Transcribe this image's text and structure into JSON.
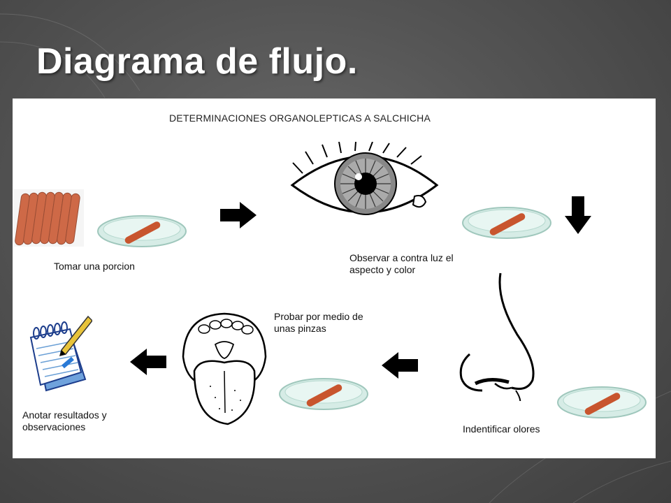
{
  "slide": {
    "title": "Diagrama de flujo."
  },
  "diagram": {
    "heading": "DETERMINACIONES ORGANOLEPTICAS A SALCHICHA",
    "steps": [
      {
        "label": "Tomar una porcion",
        "icon": "sausage-package-icon"
      },
      {
        "label": "Observar a contra luz el aspecto y color",
        "icon": "eye-icon"
      },
      {
        "label": "Indentificar olores",
        "icon": "nose-icon"
      },
      {
        "label": "Probar por medio de unas pinzas",
        "icon": "mouth-tongue-icon"
      },
      {
        "label": "Anotar resultados y observaciones",
        "icon": "notepad-icon"
      }
    ],
    "arrows": [
      "right-arrow",
      "down-arrow",
      "left-arrow",
      "left-arrow"
    ],
    "colors": {
      "sausage": "#c8552e",
      "dish": "#cfe9e3",
      "arrow": "#000000"
    }
  }
}
